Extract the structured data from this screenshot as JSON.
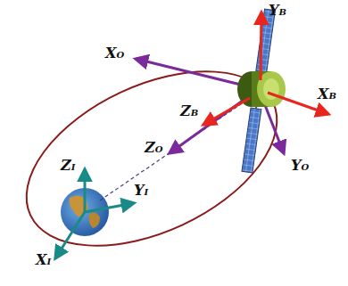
{
  "diagram": {
    "labels": [
      "YB",
      "XO",
      "ZB",
      "ZO",
      "XB",
      "YO",
      "ZI",
      "YI",
      "XI"
    ]
  }
}
